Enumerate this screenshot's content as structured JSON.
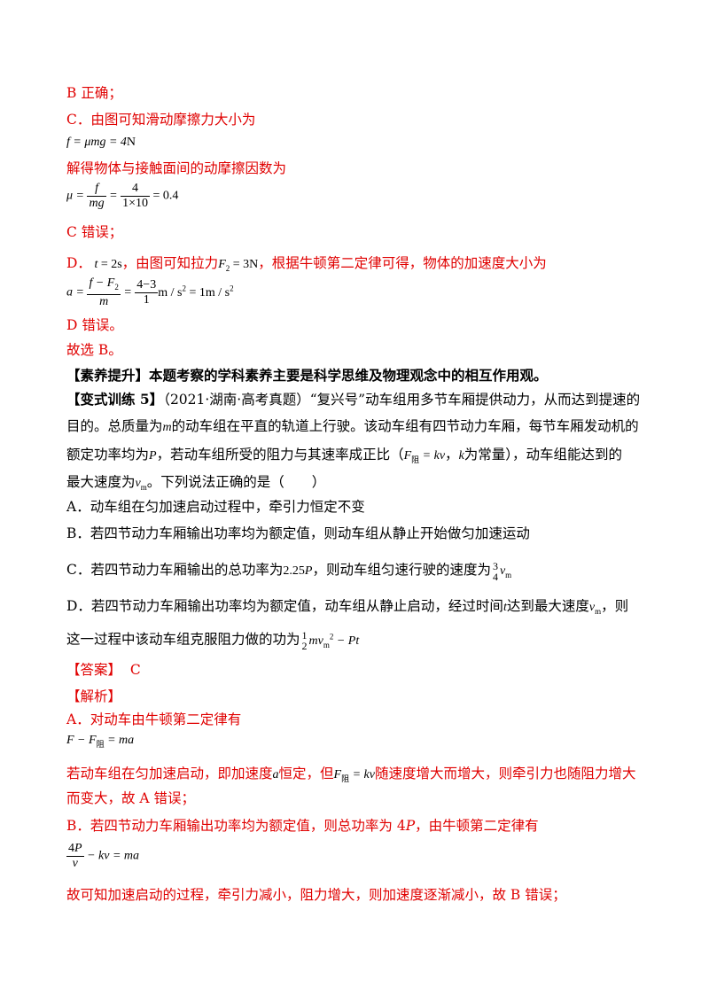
{
  "lines": {
    "b_correct": "B 正确；",
    "c_intro": "C．由图可知滑动摩擦力大小为",
    "c_solve": "解得物体与接触面间的动摩擦因数为",
    "c_wrong": "C 错误；",
    "d_prefix": "D．",
    "d_mid": "，由图可知拉力",
    "d_suffix": "，根据牛顿第二定律可得，物体的加速度大小为",
    "d_wrong": "D 错误。",
    "choose_b": "故选 B。",
    "literacy_tag": "【素养提升】",
    "literacy_text": "本题考察的学科素养主要是科学思维及物理观念中的相互作用观。",
    "variant_tag": "【变式训练 5】",
    "variant_l1": "（2021·湖南·高考真题）“复兴号”动车组用多节车厢提供动力，从而达到提速的",
    "variant_l2a": "目的。总质量为",
    "variant_l2b": "的动车组在平直的轨道上行驶。该动车组有四节动力车厢，每节车厢发动机的",
    "variant_l3a": "额定功率均为",
    "variant_l3b": "，若动车组所受的阻力与其速率成正比（",
    "variant_l3c": "，",
    "variant_l3d": "为常量），动车组能达到的",
    "variant_l4a": "最大速度为",
    "variant_l4b": "。下列说法正确的是（　　）",
    "opt_a": "A．动车组在匀加速启动过程中，牵引力恒定不变",
    "opt_b": "B．若四节动力车厢输出功率均为额定值，则动车组从静止开始做匀加速运动",
    "opt_c_a": "C．若四节动力车厢输出的总功率为",
    "opt_c_b": "，则动车组匀速行驶的速度为",
    "opt_d_a": "D．若四节动力车厢输出功率均为额定值，动车组从静止启动，经过时间",
    "opt_d_b": "达到最大速度",
    "opt_d_c": "，则",
    "opt_d2": "这一过程中该动车组克服阻力做的功为",
    "answer_label": "【答案】",
    "answer_value": "C",
    "analysis_label": "【解析】",
    "ana_a": "A．对动车由牛顿第二定律有",
    "ana_a2a": "若动车组在匀加速启动，即加速度",
    "ana_a2b": "恒定，但",
    "ana_a2c": "随速度增大而增大，则牵引力也随阻力增大",
    "ana_a3": "而变大，故 A 错误；",
    "ana_b": "B．若四节动力车厢输出功率均为额定值，则总功率为 4",
    "ana_b_p": "P",
    "ana_b2": "，由牛顿第二定律有",
    "ana_b3": "故可知加速启动的过程，牵引力减小，阻力增大，则加速度逐渐减小，故 B 错误；"
  },
  "colors": {
    "red": "#e00000",
    "black": "#000000"
  }
}
